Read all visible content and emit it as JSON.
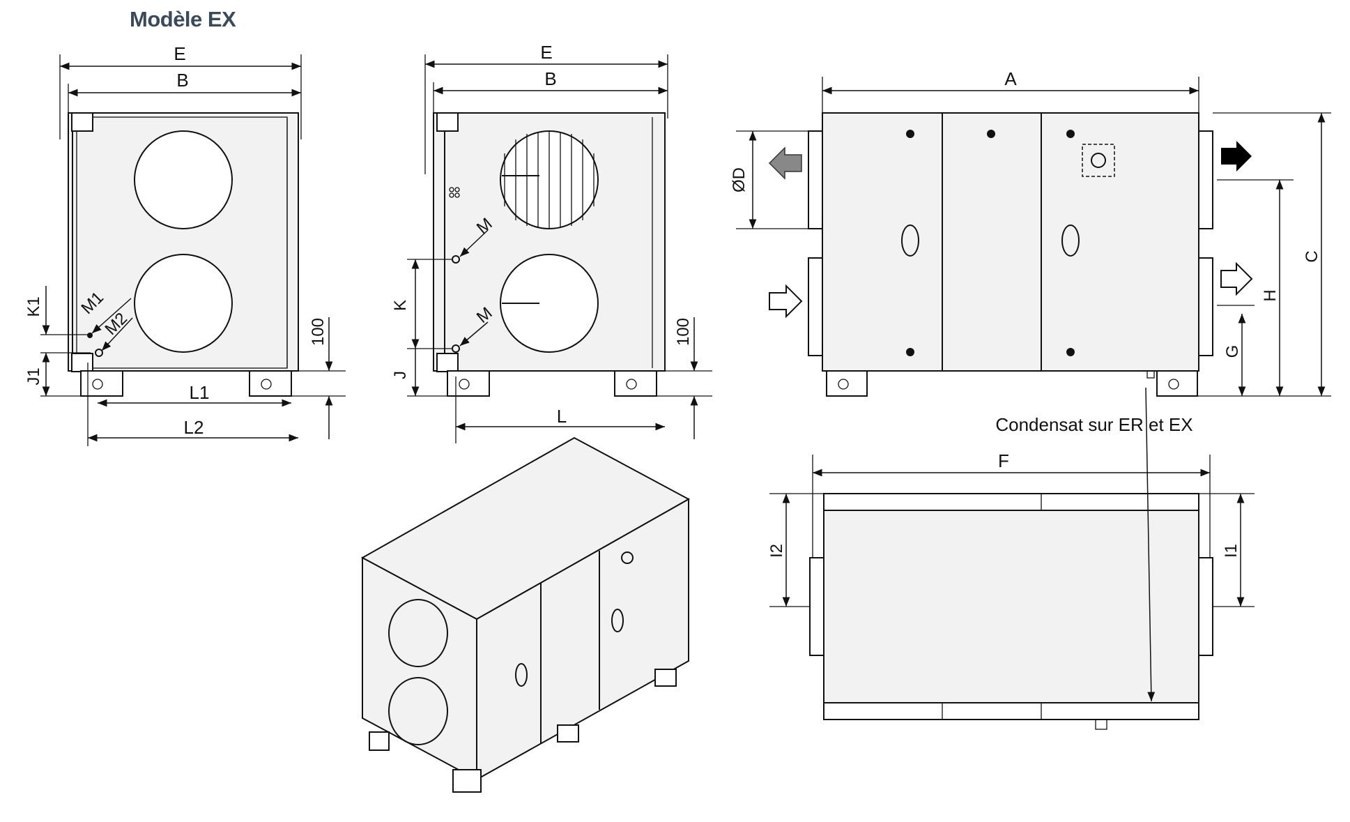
{
  "title": "Modèle EX",
  "labels": {
    "E": "E",
    "B": "B",
    "A": "A",
    "C": "C",
    "D": "ØD",
    "F": "F",
    "G": "G",
    "H": "H",
    "I1": "I1",
    "I2": "I2",
    "J": "J",
    "J1": "J1",
    "K": "K",
    "K1": "K1",
    "L": "L",
    "L1": "L1",
    "L2": "L2",
    "M": "M",
    "M1": "M1",
    "M2": "M2",
    "h100": "100"
  },
  "note": "Condensat sur ER et EX",
  "colors": {
    "title": "#3b4a5a",
    "arrow_grey": "#888888",
    "arrow_black": "#000000"
  }
}
